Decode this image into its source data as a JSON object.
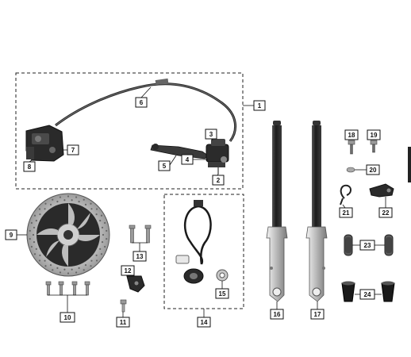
{
  "callouts": {
    "c1": "1",
    "c2": "2",
    "c3": "3",
    "c4": "4",
    "c5": "5",
    "c6": "6",
    "c7": "7",
    "c8": "8",
    "c9": "9",
    "c10": "10",
    "c11": "11",
    "c12": "12",
    "c13": "13",
    "c14": "14",
    "c15": "15",
    "c16": "16",
    "c17": "17",
    "c18": "18",
    "c19": "19",
    "c20": "20",
    "c21": "21",
    "c22": "22",
    "c23": "23",
    "c24": "24"
  },
  "colors": {
    "ink": "#111111",
    "metal_dark": "#2b2b2b",
    "metal_mid": "#8a8a8a",
    "chrome": "#d8d8d8",
    "rubber": "#1a1a1a"
  }
}
